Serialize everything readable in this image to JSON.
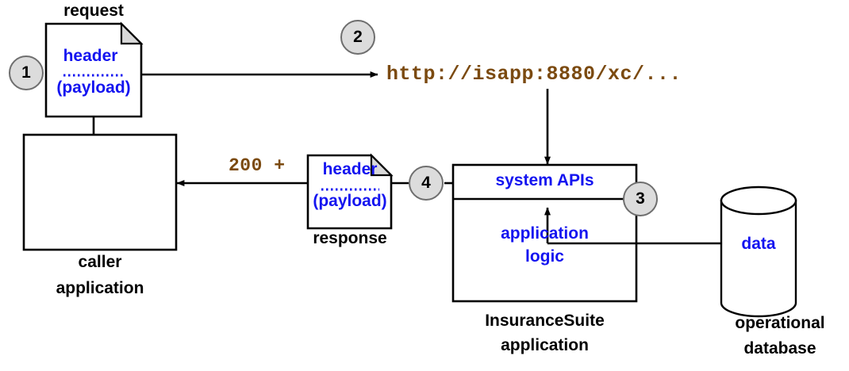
{
  "diagram": {
    "title": "InsuranceSuite system API request flow",
    "colors": {
      "blue": "#1414f0",
      "brown": "#7b4a10",
      "circle_fill": "#dcdcdc",
      "circle_stroke": "#6e6e6e",
      "line": "#000000",
      "fold_fill": "#d9d9d9"
    },
    "steps": [
      {
        "id": "step-1",
        "number": "1"
      },
      {
        "id": "step-2",
        "number": "2"
      },
      {
        "id": "step-3",
        "number": "3"
      },
      {
        "id": "step-4",
        "number": "4"
      }
    ],
    "nodes": {
      "request_doc": {
        "caption": "request",
        "line1": "header",
        "line2": "(payload)"
      },
      "response_doc": {
        "caption": "response",
        "line1": "header",
        "line2": "(payload)"
      },
      "caller": {
        "caption_line1": "caller",
        "caption_line2": "application"
      },
      "insurance_suite": {
        "top_section_label": "system APIs",
        "body_label_line1": "application",
        "body_label_line2": "logic",
        "caption_line1": "InsuranceSuite",
        "caption_line2": "application"
      },
      "database": {
        "label": "data",
        "caption_line1": "operational",
        "caption_line2": "database"
      }
    },
    "annotations": {
      "url": "http://isapp:8880/xc/...",
      "status": "200 +"
    }
  }
}
